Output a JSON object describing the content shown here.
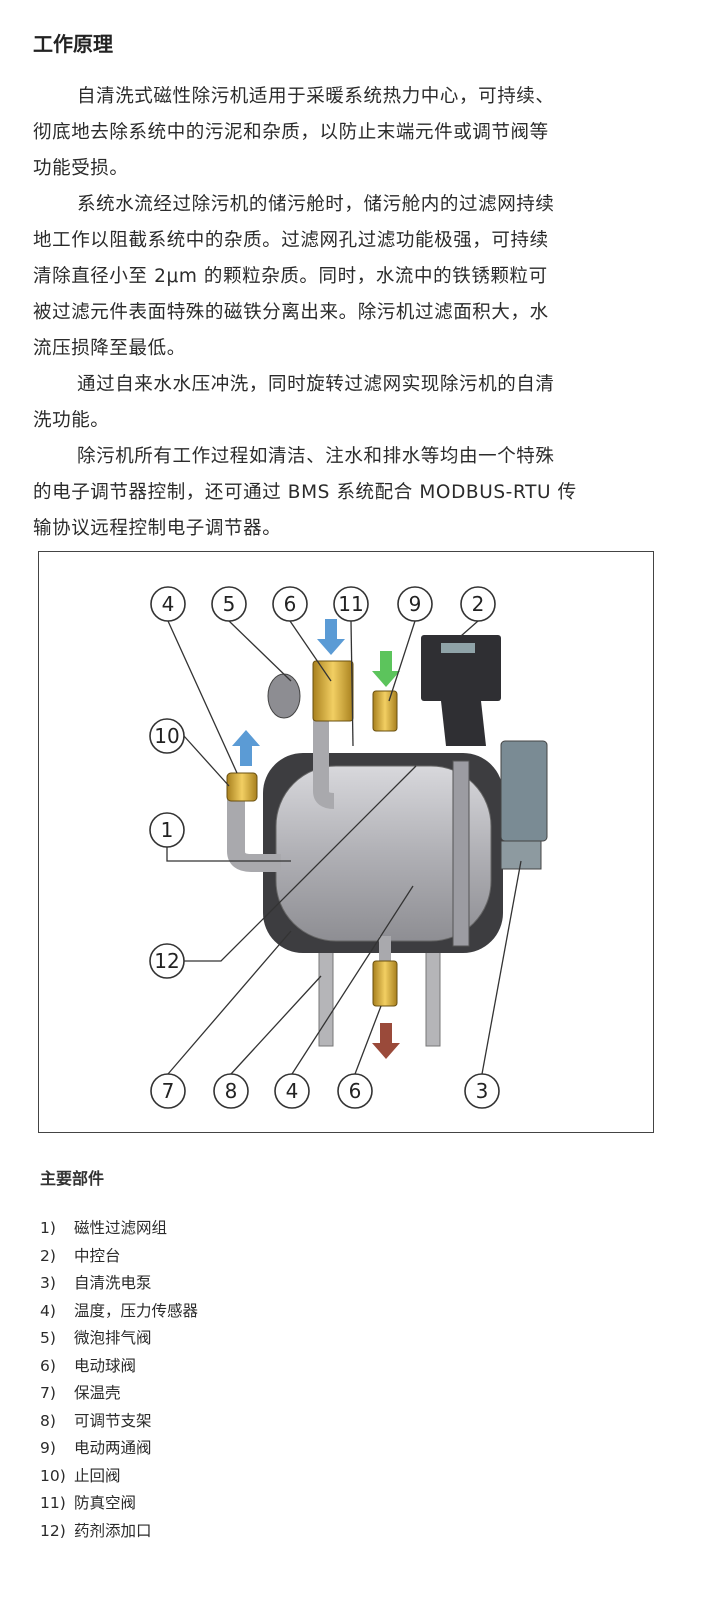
{
  "title": "工作原理",
  "paragraphs": [
    [
      "自清洗式磁性除污机适用于采暖系统热力中心，可持续、",
      "彻底地去除系统中的污泥和杂质，以防止末端元件或调节阀等",
      "功能受损。"
    ],
    [
      "系统水流经过除污机的储污舱时，储污舱内的过滤网持续",
      "地工作以阻截系统中的杂质。过滤网孔过滤功能极强，可持续",
      "清除直径小至 2μm 的颗粒杂质。同时，水流中的铁锈颗粒可",
      "被过滤元件表面特殊的磁铁分离出来。除污机过滤面积大，水",
      "流压损降至最低。"
    ],
    [
      "通过自来水水压冲洗，同时旋转过滤网实现除污机的自清",
      "洗功能。"
    ],
    [
      "除污机所有工作过程如清洁、注水和排水等均由一个特殊",
      "的电子调节器控制，还可通过 BMS 系统配合 MODBUS-RTU 传",
      "输协议远程控制电子调节器。"
    ]
  ],
  "diagram": {
    "callouts_top": [
      "4",
      "5",
      "6",
      "11",
      "9",
      "2"
    ],
    "callouts_left": [
      "10",
      "1",
      "12"
    ],
    "callouts_bottom": [
      "7",
      "8",
      "4",
      "6",
      "3"
    ],
    "colors": {
      "inlet_arrow": "#5b9bd5",
      "fill_arrow": "#5cc45c",
      "drain_arrow": "#9a4a3a",
      "tank": "#b8b8bc",
      "insulation": "#3d3d40"
    }
  },
  "parts": {
    "title": "主要部件",
    "items": [
      {
        "num": "1)",
        "label": "磁性过滤网组"
      },
      {
        "num": "2)",
        "label": "中控台"
      },
      {
        "num": "3)",
        "label": "自清洗电泵"
      },
      {
        "num": "4)",
        "label": "温度，压力传感器"
      },
      {
        "num": "5)",
        "label": "微泡排气阀"
      },
      {
        "num": "6)",
        "label": "电动球阀"
      },
      {
        "num": "7)",
        "label": "保温壳"
      },
      {
        "num": "8)",
        "label": "可调节支架"
      },
      {
        "num": "9)",
        "label": "电动两通阀"
      },
      {
        "num": "10)",
        "label": "止回阀"
      },
      {
        "num": "11)",
        "label": "防真空阀"
      },
      {
        "num": "12)",
        "label": "药剂添加口"
      }
    ]
  }
}
